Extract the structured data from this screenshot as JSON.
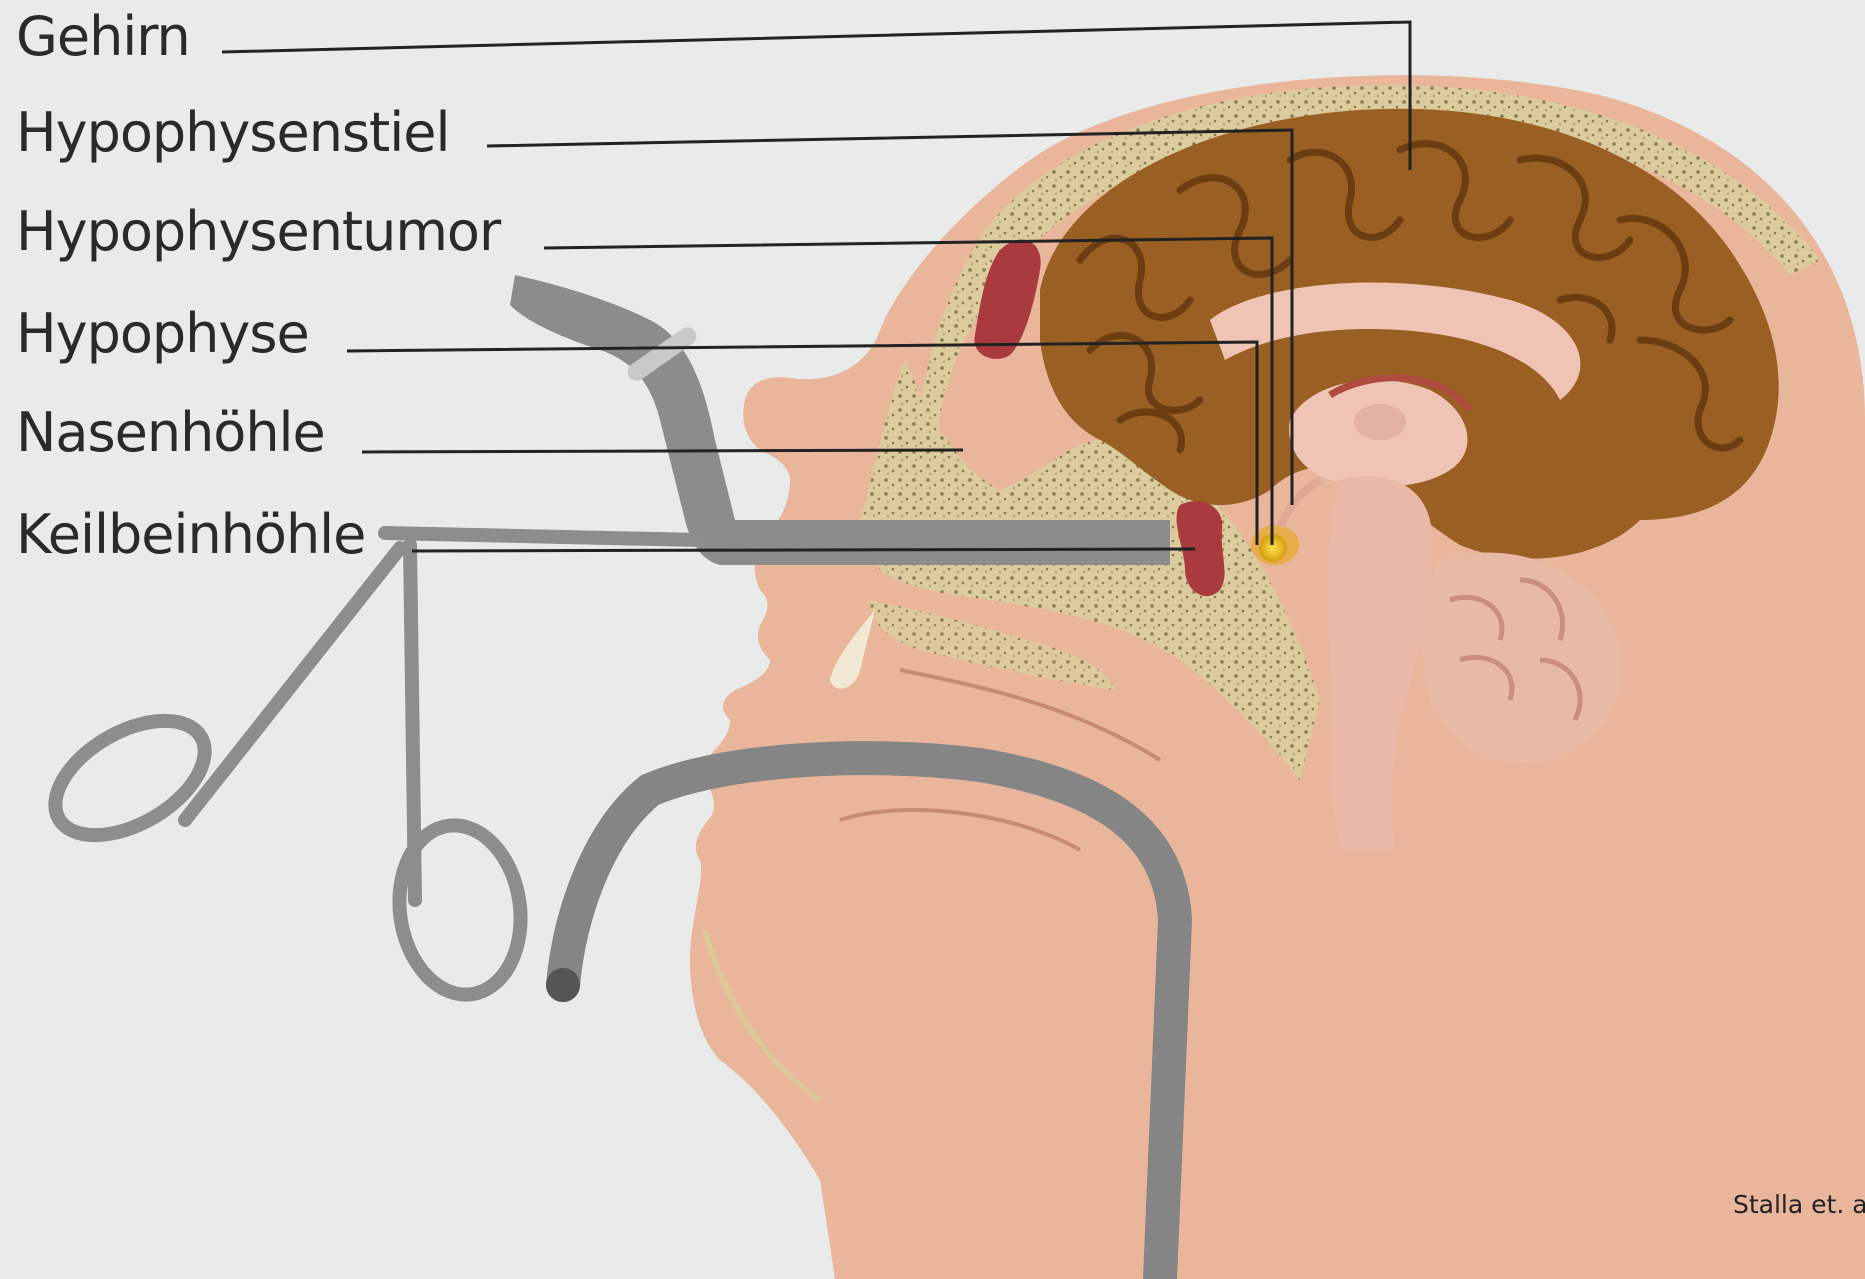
{
  "labels": {
    "gehirn": "Gehirn",
    "hypophysenstiel": "Hypophysenstiel",
    "hypophysentumor": "Hypophysentumor",
    "hypophyse": "Hypophyse",
    "nasenhoehle": "Nasenhöhle",
    "keilbeinhoehle": "Keilbeinhöhle"
  },
  "credit": "Stalla et. al",
  "colors": {
    "background": "#e9ebea",
    "skin": "#e9b59b",
    "bone": "#dcc99a",
    "brain": "#9a5f23",
    "sinus": "#a93b3e",
    "tumor": "#f2c419",
    "instrument": "#8b8b8b"
  }
}
